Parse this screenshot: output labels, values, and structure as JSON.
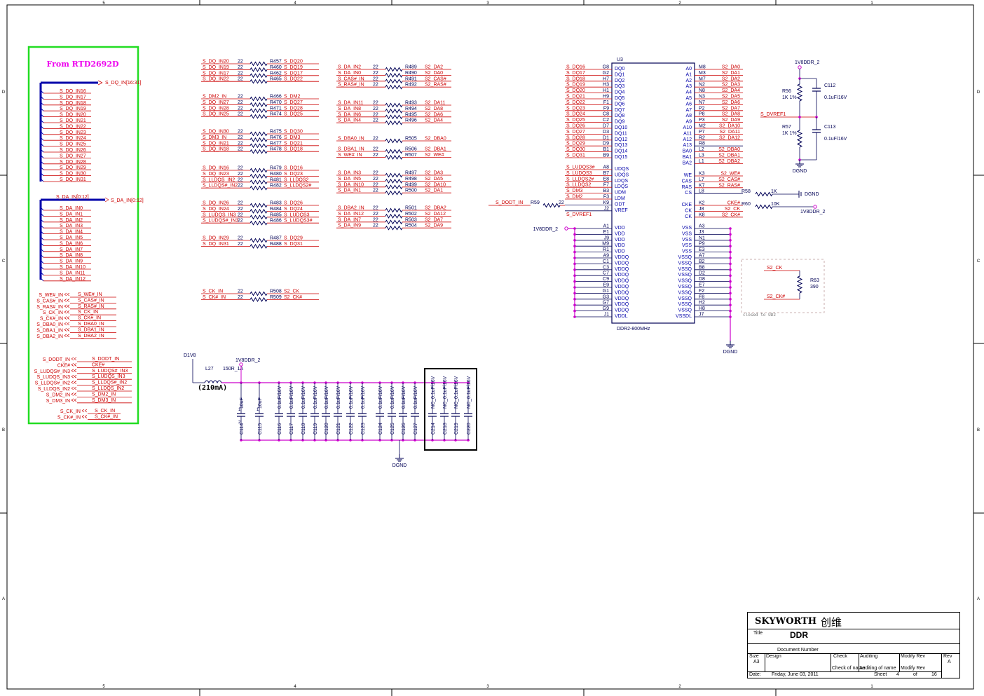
{
  "frame": {
    "col_numbers": [
      "5",
      "4",
      "3",
      "2",
      "1"
    ],
    "row_letters": [
      "D",
      "C",
      "B",
      "A"
    ]
  },
  "colors": {
    "net_red": "#cc0000",
    "wire_blue": "#0000aa",
    "wire_dark": "#000055",
    "junction_magenta": "#cc00cc",
    "box_green": "#22dd22",
    "title_pink": "#ee00ee",
    "dashed_gray": "#bb9999"
  },
  "green_box": {
    "title": "From RTD2692D",
    "dq_bus": "S_DQ_IN[16:31]",
    "dq_lines": [
      "S_DQ_IN16",
      "S_DQ_IN17",
      "S_DQ_IN18",
      "S_DQ_IN19",
      "S_DQ_IN20",
      "S_DQ_IN21",
      "S_DQ_IN22",
      "S_DQ_IN23",
      "S_DQ_IN24",
      "S_DQ_IN25",
      "S_DQ_IN26",
      "S_DQ_IN27",
      "S_DQ_IN28",
      "S_DQ_IN29",
      "S_DQ_IN30",
      "S_DQ_IN31"
    ],
    "da_bus": "S_DA_IN[0:12]",
    "da_lines": [
      "S_DA_IN0",
      "S_DA_IN1",
      "S_DA_IN2",
      "S_DA_IN3",
      "S_DA_IN4",
      "S_DA_IN5",
      "S_DA_IN6",
      "S_DA_IN7",
      "S_DA_IN8",
      "S_DA_IN9",
      "S_DA_IN10",
      "S_DA_IN11",
      "S_DA_IN12"
    ],
    "ctrl_group1": [
      {
        "left": "S_WE#_IN",
        "right": "S_WE#_IN"
      },
      {
        "left": "S_CAS#_IN",
        "right": "S_CAS#_IN"
      },
      {
        "left": "S_RAS#_IN",
        "right": "S_RAS#_IN"
      },
      {
        "left": "S_CK_IN",
        "right": "S_CK_IN"
      },
      {
        "left": "S_CK#_IN",
        "right": "S_CK#_IN"
      },
      {
        "left": "S_DBA0_IN",
        "right": "S_DBA0_IN"
      },
      {
        "left": "S_DBA1_IN",
        "right": "S_DBA1_IN"
      },
      {
        "left": "S_DBA2_IN",
        "right": "S_DBA2_IN"
      }
    ],
    "ctrl_group2": [
      {
        "left": "S_DODT_IN",
        "right": "S_DODT_IN"
      },
      {
        "left": "CKE#",
        "right": "CKE#"
      },
      {
        "left": "S_LUDQS#_IN3",
        "right": "S_LUDQS#_IN3"
      },
      {
        "left": "S_LUDQS_IN3",
        "right": "S_LUDQS_IN3"
      },
      {
        "left": "S_LLDQS#_IN2",
        "right": "S_LLDQS#_IN2"
      },
      {
        "left": "S_LLDQS_IN2",
        "right": "S_LLDQS_IN2"
      },
      {
        "left": "S_DM2_IN",
        "right": "S_DM2_IN"
      },
      {
        "left": "S_DM3_IN",
        "right": "S_DM3_IN"
      }
    ],
    "ctrl_group3": [
      {
        "left": "S_CK_IN",
        "right": "S_CK_IN"
      },
      {
        "left": "S_CK#_IN",
        "right": "S_CK#_IN"
      }
    ]
  },
  "res_col1_blocks": [
    [
      {
        "in": "S_DQ_IN20",
        "val": "22",
        "ref": "R457",
        "out": "S_DQ20"
      },
      {
        "in": "S_DQ_IN19",
        "val": "22",
        "ref": "R460",
        "out": "S_DQ19"
      },
      {
        "in": "S_DQ_IN17",
        "val": "22",
        "ref": "R462",
        "out": "S_DQ17"
      },
      {
        "in": "S_DQ_IN22",
        "val": "22",
        "ref": "R465",
        "out": "S_DQ22"
      }
    ],
    [
      {
        "in": "S_DM2_IN",
        "val": "22",
        "ref": "R466",
        "out": "S_DM2"
      },
      {
        "in": "S_DQ_IN27",
        "val": "22",
        "ref": "R470",
        "out": "S_DQ27"
      },
      {
        "in": "S_DQ_IN28",
        "val": "22",
        "ref": "R471",
        "out": "S_DQ28"
      },
      {
        "in": "S_DQ_IN25",
        "val": "22",
        "ref": "R474",
        "out": "S_DQ25"
      }
    ],
    [
      {
        "in": "S_DQ_IN30",
        "val": "22",
        "ref": "R475",
        "out": "S_DQ30"
      },
      {
        "in": "S_DM3_IN",
        "val": "22",
        "ref": "R476",
        "out": "S_DM3"
      },
      {
        "in": "S_DQ_IN21",
        "val": "22",
        "ref": "R477",
        "out": "S_DQ21"
      },
      {
        "in": "S_DQ_IN18",
        "val": "22",
        "ref": "R478",
        "out": "S_DQ18"
      }
    ],
    [
      {
        "in": "S_DQ_IN16",
        "val": "22",
        "ref": "R479",
        "out": "S_DQ16"
      },
      {
        "in": "S_DQ_IN23",
        "val": "22",
        "ref": "R480",
        "out": "S_DQ23"
      },
      {
        "in": "S_LLDQS_IN2",
        "val": "22",
        "ref": "R481",
        "out": "S_LLDQS2"
      },
      {
        "in": "S_LLDQS#_IN2",
        "val": "22",
        "ref": "R482",
        "out": "S_LLDQS2#"
      }
    ],
    [
      {
        "in": "S_DQ_IN26",
        "val": "22",
        "ref": "R483",
        "out": "S_DQ26"
      },
      {
        "in": "S_DQ_IN24",
        "val": "22",
        "ref": "R484",
        "out": "S_DQ24"
      },
      {
        "in": "S_LUDQS_IN3",
        "val": "22",
        "ref": "R485",
        "out": "S_LUDQS3"
      },
      {
        "in": "S_LUDQS#_IN3",
        "val": "22",
        "ref": "R486",
        "out": "S_LUDQS3#"
      }
    ],
    [
      {
        "in": "S_DQ_IN29",
        "val": "22",
        "ref": "R487",
        "out": "S_DQ29"
      },
      {
        "in": "S_DQ_IN31",
        "val": "22",
        "ref": "R488",
        "out": "S_DQ31"
      }
    ],
    [
      {
        "in": "S_CK_IN",
        "val": "22",
        "ref": "R508",
        "out": "S2_CK"
      },
      {
        "in": "S_CK#_IN",
        "val": "22",
        "ref": "R509",
        "out": "S2_CK#"
      }
    ]
  ],
  "res_col2_blocks": [
    [
      {
        "in": "S_DA_IN2",
        "val": "22",
        "ref": "R489",
        "out": "S2_DA2"
      },
      {
        "in": "S_DA_IN0",
        "val": "22",
        "ref": "R490",
        "out": "S2_DA0"
      },
      {
        "in": "S_CAS#_IN",
        "val": "22",
        "ref": "R491",
        "out": "S2_CAS#"
      },
      {
        "in": "S_RAS#_IN",
        "val": "22",
        "ref": "R492",
        "out": "S2_RAS#"
      }
    ],
    [
      {
        "in": "S_DA_IN11",
        "val": "22",
        "ref": "R493",
        "out": "S2_DA11"
      },
      {
        "in": "S_DA_IN8",
        "val": "22",
        "ref": "R494",
        "out": "S2_DA8"
      },
      {
        "in": "S_DA_IN6",
        "val": "22",
        "ref": "R495",
        "out": "S2_DA6"
      },
      {
        "in": "S_DA_IN4",
        "val": "22",
        "ref": "R496",
        "out": "S2_DA4"
      }
    ],
    [
      {
        "in": "S_DBA0_IN",
        "val": "22",
        "ref": "R505",
        "out": "S2_DBA0"
      }
    ],
    [
      {
        "in": "S_DBA1_IN",
        "val": "22",
        "ref": "R506",
        "out": "S2_DBA1"
      },
      {
        "in": "S_WE#_IN",
        "val": "22",
        "ref": "R507",
        "out": "S2_WE#"
      }
    ],
    [
      {
        "in": "S_DA_IN3",
        "val": "22",
        "ref": "R497",
        "out": "S2_DA3"
      },
      {
        "in": "S_DA_IN5",
        "val": "22",
        "ref": "R498",
        "out": "S2_DA5"
      },
      {
        "in": "S_DA_IN10",
        "val": "22",
        "ref": "R499",
        "out": "S2_DA10"
      },
      {
        "in": "S_DA_IN1",
        "val": "22",
        "ref": "R500",
        "out": "S2_DA1"
      }
    ],
    [
      {
        "in": "S_DBA2_IN",
        "val": "22",
        "ref": "R501",
        "out": "S2_DBA2"
      },
      {
        "in": "S_DA_IN12",
        "val": "22",
        "ref": "R502",
        "out": "S2_DA12"
      },
      {
        "in": "S_DA_IN7",
        "val": "22",
        "ref": "R503",
        "out": "S2_DA7"
      },
      {
        "in": "S_DA_IN9",
        "val": "22",
        "ref": "R504",
        "out": "S2_DA9"
      }
    ]
  ],
  "ic": {
    "ref": "U3",
    "part": "DDR2-800MHz",
    "left_pins_a": [
      {
        "net": "S_DQ16",
        "pin": "G8",
        "name": "DQ0"
      },
      {
        "net": "S_DQ17",
        "pin": "G2",
        "name": "DQ1"
      },
      {
        "net": "S_DQ18",
        "pin": "H7",
        "name": "DQ2"
      },
      {
        "net": "S_DQ19",
        "pin": "H3",
        "name": "DQ3"
      },
      {
        "net": "S_DQ20",
        "pin": "H1",
        "name": "DQ4"
      },
      {
        "net": "S_DQ21",
        "pin": "H9",
        "name": "DQ5"
      },
      {
        "net": "S_DQ22",
        "pin": "F1",
        "name": "DQ6"
      },
      {
        "net": "S_DQ23",
        "pin": "F9",
        "name": "DQ7"
      },
      {
        "net": "S_DQ24",
        "pin": "C8",
        "name": "DQ8"
      },
      {
        "net": "S_DQ25",
        "pin": "C2",
        "name": "DQ9"
      },
      {
        "net": "S_DQ26",
        "pin": "D7",
        "name": "DQ10"
      },
      {
        "net": "S_DQ27",
        "pin": "D3",
        "name": "DQ11"
      },
      {
        "net": "S_DQ28",
        "pin": "D1",
        "name": "DQ12"
      },
      {
        "net": "S_DQ29",
        "pin": "D9",
        "name": "DQ13"
      },
      {
        "net": "S_DQ30",
        "pin": "B1",
        "name": "DQ14"
      },
      {
        "net": "S_DQ31",
        "pin": "B9",
        "name": "DQ15"
      }
    ],
    "left_pins_b": [
      {
        "net": "S_LUDQS3#",
        "pin": "A8",
        "name": "UDQS"
      },
      {
        "net": "S_LUDQS3",
        "pin": "B7",
        "name": "UDQS"
      },
      {
        "net": "S_LLDQS2#",
        "pin": "E8",
        "name": "LDQS"
      },
      {
        "net": "S_LLDQS2",
        "pin": "F7",
        "name": "LDQS"
      },
      {
        "net": "S_DM3",
        "pin": "B3",
        "name": "UDM"
      },
      {
        "net": "S_DM2",
        "pin": "F3",
        "name": "LDM"
      },
      {
        "net": "",
        "pin": "K9",
        "name": "ODT"
      },
      {
        "net": "",
        "pin": "J2",
        "name": "VREF"
      }
    ],
    "left_pins_c": [
      {
        "pin": "A1",
        "name": "VDD"
      },
      {
        "pin": "E1",
        "name": "VDD"
      },
      {
        "pin": "J9",
        "name": "VDD"
      },
      {
        "pin": "M9",
        "name": "VDD"
      },
      {
        "pin": "R1",
        "name": "VDD"
      },
      {
        "pin": "A9",
        "name": "VDDQ"
      },
      {
        "pin": "C1",
        "name": "VDDQ"
      },
      {
        "pin": "C3",
        "name": "VDDQ"
      },
      {
        "pin": "C7",
        "name": "VDDQ"
      },
      {
        "pin": "C9",
        "name": "VDDQ"
      },
      {
        "pin": "E9",
        "name": "VDDQ"
      },
      {
        "pin": "G1",
        "name": "VDDQ"
      },
      {
        "pin": "G3",
        "name": "VDDQ"
      },
      {
        "pin": "G7",
        "name": "VDDQ"
      },
      {
        "pin": "G9",
        "name": "VDDQ"
      },
      {
        "pin": "J1",
        "name": "VDDL"
      }
    ],
    "right_pins_a": [
      {
        "name": "A0",
        "pin": "M8",
        "net": "S2_DA0"
      },
      {
        "name": "A1",
        "pin": "M3",
        "net": "S2_DA1"
      },
      {
        "name": "A2",
        "pin": "M7",
        "net": "S2_DA2"
      },
      {
        "name": "A3",
        "pin": "N2",
        "net": "S2_DA3"
      },
      {
        "name": "A4",
        "pin": "N8",
        "net": "S2_DA4"
      },
      {
        "name": "A5",
        "pin": "N3",
        "net": "S2_DA5"
      },
      {
        "name": "A6",
        "pin": "N7",
        "net": "S2_DA6"
      },
      {
        "name": "A7",
        "pin": "P2",
        "net": "S2_DA7"
      },
      {
        "name": "A8",
        "pin": "P8",
        "net": "S2_DA8"
      },
      {
        "name": "A9",
        "pin": "P3",
        "net": "S2_DA9"
      },
      {
        "name": "A10",
        "pin": "M2",
        "net": "S2_DA10"
      },
      {
        "name": "A11",
        "pin": "P7",
        "net": "S2_DA11"
      },
      {
        "name": "A12",
        "pin": "R2",
        "net": "S2_DA12"
      },
      {
        "name": "A13",
        "pin": "R8",
        "net": ""
      },
      {
        "name": "BA0",
        "pin": "L2",
        "net": "S2_DBA0"
      },
      {
        "name": "BA1",
        "pin": "L3",
        "net": "S2_DBA1"
      },
      {
        "name": "BA2",
        "pin": "L1",
        "net": "S2_DBA2"
      }
    ],
    "right_pins_b": [
      {
        "name": "WE",
        "pin": "K3",
        "net": "S2_WE#"
      },
      {
        "name": "CAS",
        "pin": "L7",
        "net": "S2_CAS#"
      },
      {
        "name": "RAS",
        "pin": "K7",
        "net": "S2_RAS#"
      },
      {
        "name": "CS",
        "pin": "L8",
        "net": ""
      }
    ],
    "right_pins_c": [
      {
        "name": "CKE",
        "pin": "K2",
        "net": "CKE#"
      },
      {
        "name": "CK",
        "pin": "J8",
        "net": "S2_CK"
      },
      {
        "name": "CK",
        "pin": "K8",
        "net": "S2_CK#"
      }
    ],
    "right_pins_d": [
      {
        "name": "VSS",
        "pin": "A3"
      },
      {
        "name": "VSS",
        "pin": "J3"
      },
      {
        "name": "VSS",
        "pin": "N1"
      },
      {
        "name": "VSS",
        "pin": "P9"
      },
      {
        "name": "VSS",
        "pin": "E3"
      },
      {
        "name": "VSSQ",
        "pin": "A7"
      },
      {
        "name": "VSSQ",
        "pin": "B2"
      },
      {
        "name": "VSSQ",
        "pin": "B8"
      },
      {
        "name": "VSSQ",
        "pin": "D2"
      },
      {
        "name": "VSSQ",
        "pin": "D8"
      },
      {
        "name": "VSSQ",
        "pin": "E7"
      },
      {
        "name": "VSSQ",
        "pin": "F2"
      },
      {
        "name": "VSSQ",
        "pin": "F8"
      },
      {
        "name": "VSSQ",
        "pin": "H2"
      },
      {
        "name": "VSSQ",
        "pin": "H8"
      },
      {
        "name": "VSSDL",
        "pin": "J7"
      }
    ]
  },
  "odt": {
    "net": "S_DODT_IN",
    "ref": "R59",
    "val": "22"
  },
  "vref": {
    "net": "S_DVREF1"
  },
  "vdd_rail": {
    "net": "1V8DDR_2"
  },
  "cs_pull": {
    "ref": "R58",
    "val": "1K",
    "gnd": "DGND"
  },
  "cke_pull": {
    "ref": "R60",
    "val": "10K",
    "rail": "1V8DDR_2",
    "net": "CKE#"
  },
  "gnd_ic": "DGND",
  "vref_div": {
    "rail": "1V8DDR_2",
    "r_top": "R56",
    "r_top_val": "1K 1%",
    "r_bot": "R57",
    "r_bot_val": "1K 1%",
    "c_top": "C112",
    "c_top_val": "0.1uF/16V",
    "c_bot": "C113",
    "c_bot_val": "0.1uF/16V",
    "net": "S_DVREF1",
    "gnd": "DGND"
  },
  "term": {
    "top": "S2_CK",
    "bot": "S2_CK#",
    "ref": "R63",
    "val": "390",
    "note": "closed to UD2"
  },
  "supply": {
    "src": "D1V8",
    "ind_ref": "L27",
    "ind_val": "150R_1A",
    "rail": "1V8DDR_2",
    "current": "(210mA)",
    "gnd": "DGND",
    "caps": [
      {
        "ref": "C114",
        "val": "10uF"
      },
      {
        "ref": "C115",
        "val": "10uF"
      },
      {
        "ref": "C116",
        "val": "0.1uF/16V"
      },
      {
        "ref": "C117",
        "val": "0.1uF/16V"
      },
      {
        "ref": "C118",
        "val": "0.1uF/16V"
      },
      {
        "ref": "C119",
        "val": "0.1uF/16V"
      },
      {
        "ref": "C120",
        "val": "0.1uF/16V"
      },
      {
        "ref": "C121",
        "val": "0.1uF/16V"
      },
      {
        "ref": "C122",
        "val": "0.1uF/16V"
      },
      {
        "ref": "C123",
        "val": "0.1uF/16V"
      },
      {
        "ref": "C124",
        "val": "0.1uF/16V"
      },
      {
        "ref": "C125",
        "val": "0.1uF/16V"
      },
      {
        "ref": "C126",
        "val": "0.1uF/16V"
      },
      {
        "ref": "C127",
        "val": "0.1uF/16V"
      },
      {
        "ref": "C214",
        "val": "NC_0.1uF/16V"
      },
      {
        "ref": "C218",
        "val": "NC_0.1uF/16V"
      },
      {
        "ref": "C219",
        "val": "NC_0.1uF/16V"
      },
      {
        "ref": "C220",
        "val": "NC_0.1uF/16V"
      }
    ]
  },
  "title_block": {
    "company": "SKYWORTH",
    "company_cn": "创维",
    "title_label": "Title",
    "title": "DDR",
    "doc_label": "Document Number",
    "size_label": "Size",
    "size": "A3",
    "design": "Design",
    "check": "Check",
    "check_name": "Check of name",
    "auditing": "Auditing",
    "auditing_name": "Auditing of name",
    "modify": "Modify Rev",
    "modify2": "Modify Rev",
    "rev_label": "Rev",
    "rev": "A",
    "date_label": "Date:",
    "date": "Friday, June 03, 2011",
    "sheet_label": "Sheet",
    "sheet": "4",
    "of_label": "of",
    "total": "16"
  }
}
